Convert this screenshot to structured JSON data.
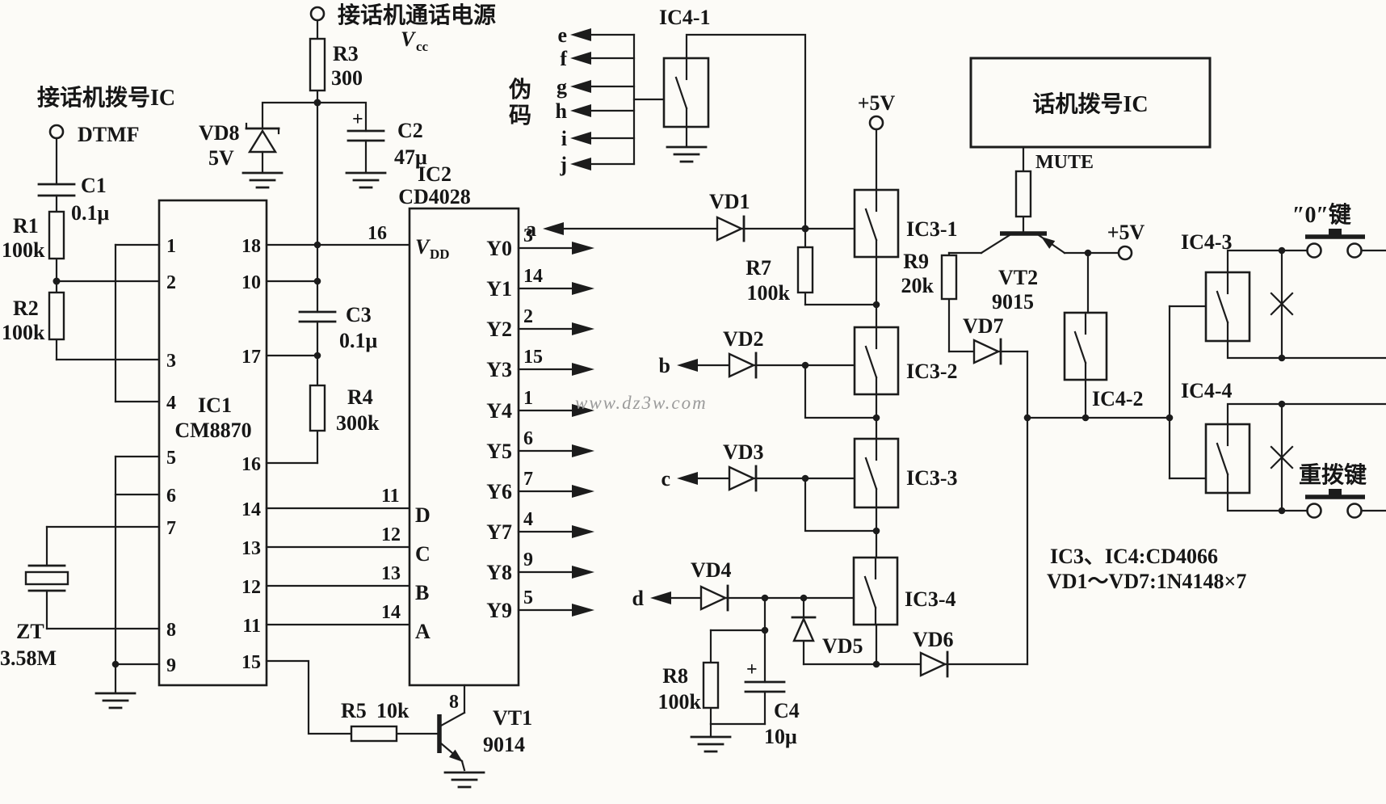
{
  "colors": {
    "background": "#fcfbf7",
    "line": "#1c1c1c",
    "text": "#161616",
    "watermark": "#9b9b9b"
  },
  "watermark": "www.dz3w.com",
  "power_top": {
    "terminal_label": "接话机通话电源",
    "vcc_base": "V",
    "vcc_sub": "cc",
    "r3": "R3",
    "r3_value": "300",
    "vd8": "VD8",
    "vd8_value": "5V",
    "c2": "C2",
    "c2_value": "47μ",
    "c2_plus": "+"
  },
  "dtmf_input": {
    "title": "接话机拨号IC",
    "dtmf": "DTMF",
    "c1": "C1",
    "c1_value": "0.1μ",
    "r1": "R1",
    "r1_value": "100k",
    "r2": "R2",
    "r2_value": "100k"
  },
  "ic1": {
    "name": "IC1",
    "model": "CM8870",
    "left_pins": [
      "1",
      "2",
      "3",
      "4",
      "5",
      "6",
      "7",
      "8",
      "9"
    ],
    "right_pins": [
      "18",
      "10",
      "17",
      "16",
      "14",
      "13",
      "12",
      "11",
      "15"
    ]
  },
  "crystal": {
    "name": "ZT",
    "value": "3.58M"
  },
  "steering": {
    "c3": "C3",
    "c3_value": "0.1μ",
    "r4": "R4",
    "r4_value": "300k"
  },
  "ic2": {
    "name": "IC2",
    "model": "CD4028",
    "vdd_pin": "16",
    "vdd_base": "V",
    "vdd_sub": "DD",
    "gnd_pin": "8",
    "inputs": [
      {
        "name": "D",
        "pin": "11"
      },
      {
        "name": "C",
        "pin": "12"
      },
      {
        "name": "B",
        "pin": "13"
      },
      {
        "name": "A",
        "pin": "14"
      }
    ],
    "outputs": [
      {
        "label": "Y0",
        "pin": "3"
      },
      {
        "label": "Y1",
        "pin": "14"
      },
      {
        "label": "Y2",
        "pin": "2"
      },
      {
        "label": "Y3",
        "pin": "15"
      },
      {
        "label": "Y4",
        "pin": "1"
      },
      {
        "label": "Y5",
        "pin": "6"
      },
      {
        "label": "Y6",
        "pin": "7"
      },
      {
        "label": "Y7",
        "pin": "4"
      },
      {
        "label": "Y8",
        "pin": "9"
      },
      {
        "label": "Y9",
        "pin": "5"
      }
    ]
  },
  "driver": {
    "r5": "R5",
    "r5_value": "10k",
    "vt1": "VT1",
    "vt1_model": "9014"
  },
  "pseudo_code": {
    "label_char1": "伪",
    "label_char2": "码",
    "switch": "IC4-1",
    "arrows": [
      "e",
      "f",
      "g",
      "h",
      "i",
      "j"
    ]
  },
  "matrix": {
    "supply": "+5V",
    "r7": "R7",
    "r7_value": "100k",
    "rows": [
      {
        "letter": "a",
        "diode": "VD1",
        "switch": "IC3-1"
      },
      {
        "letter": "b",
        "diode": "VD2",
        "switch": "IC3-2"
      },
      {
        "letter": "c",
        "diode": "VD3",
        "switch": "IC3-3"
      },
      {
        "letter": "d",
        "diode": "VD4",
        "switch": "IC3-4"
      }
    ],
    "vd5": "VD5",
    "vd6": "VD6",
    "r8": "R8",
    "r8_value": "100k",
    "c4": "C4",
    "c4_value": "10μ",
    "c4_plus": "+"
  },
  "mute_section": {
    "box_label": "话机拨号IC",
    "mute": "MUTE",
    "vt2": "VT2",
    "vt2_model": "9015",
    "r9": "R9",
    "r9_value": "20k",
    "vd7": "VD7",
    "supply": "+5V",
    "switch": "IC4-2"
  },
  "keys": {
    "ic4_3": "IC4-3",
    "key0_label": "″0″键",
    "ic4_4": "IC4-4",
    "redial_label": "重拨键"
  },
  "notes": {
    "line1": "IC3、IC4:CD4066",
    "line2": "VD1～VD7:1N4148×7"
  }
}
